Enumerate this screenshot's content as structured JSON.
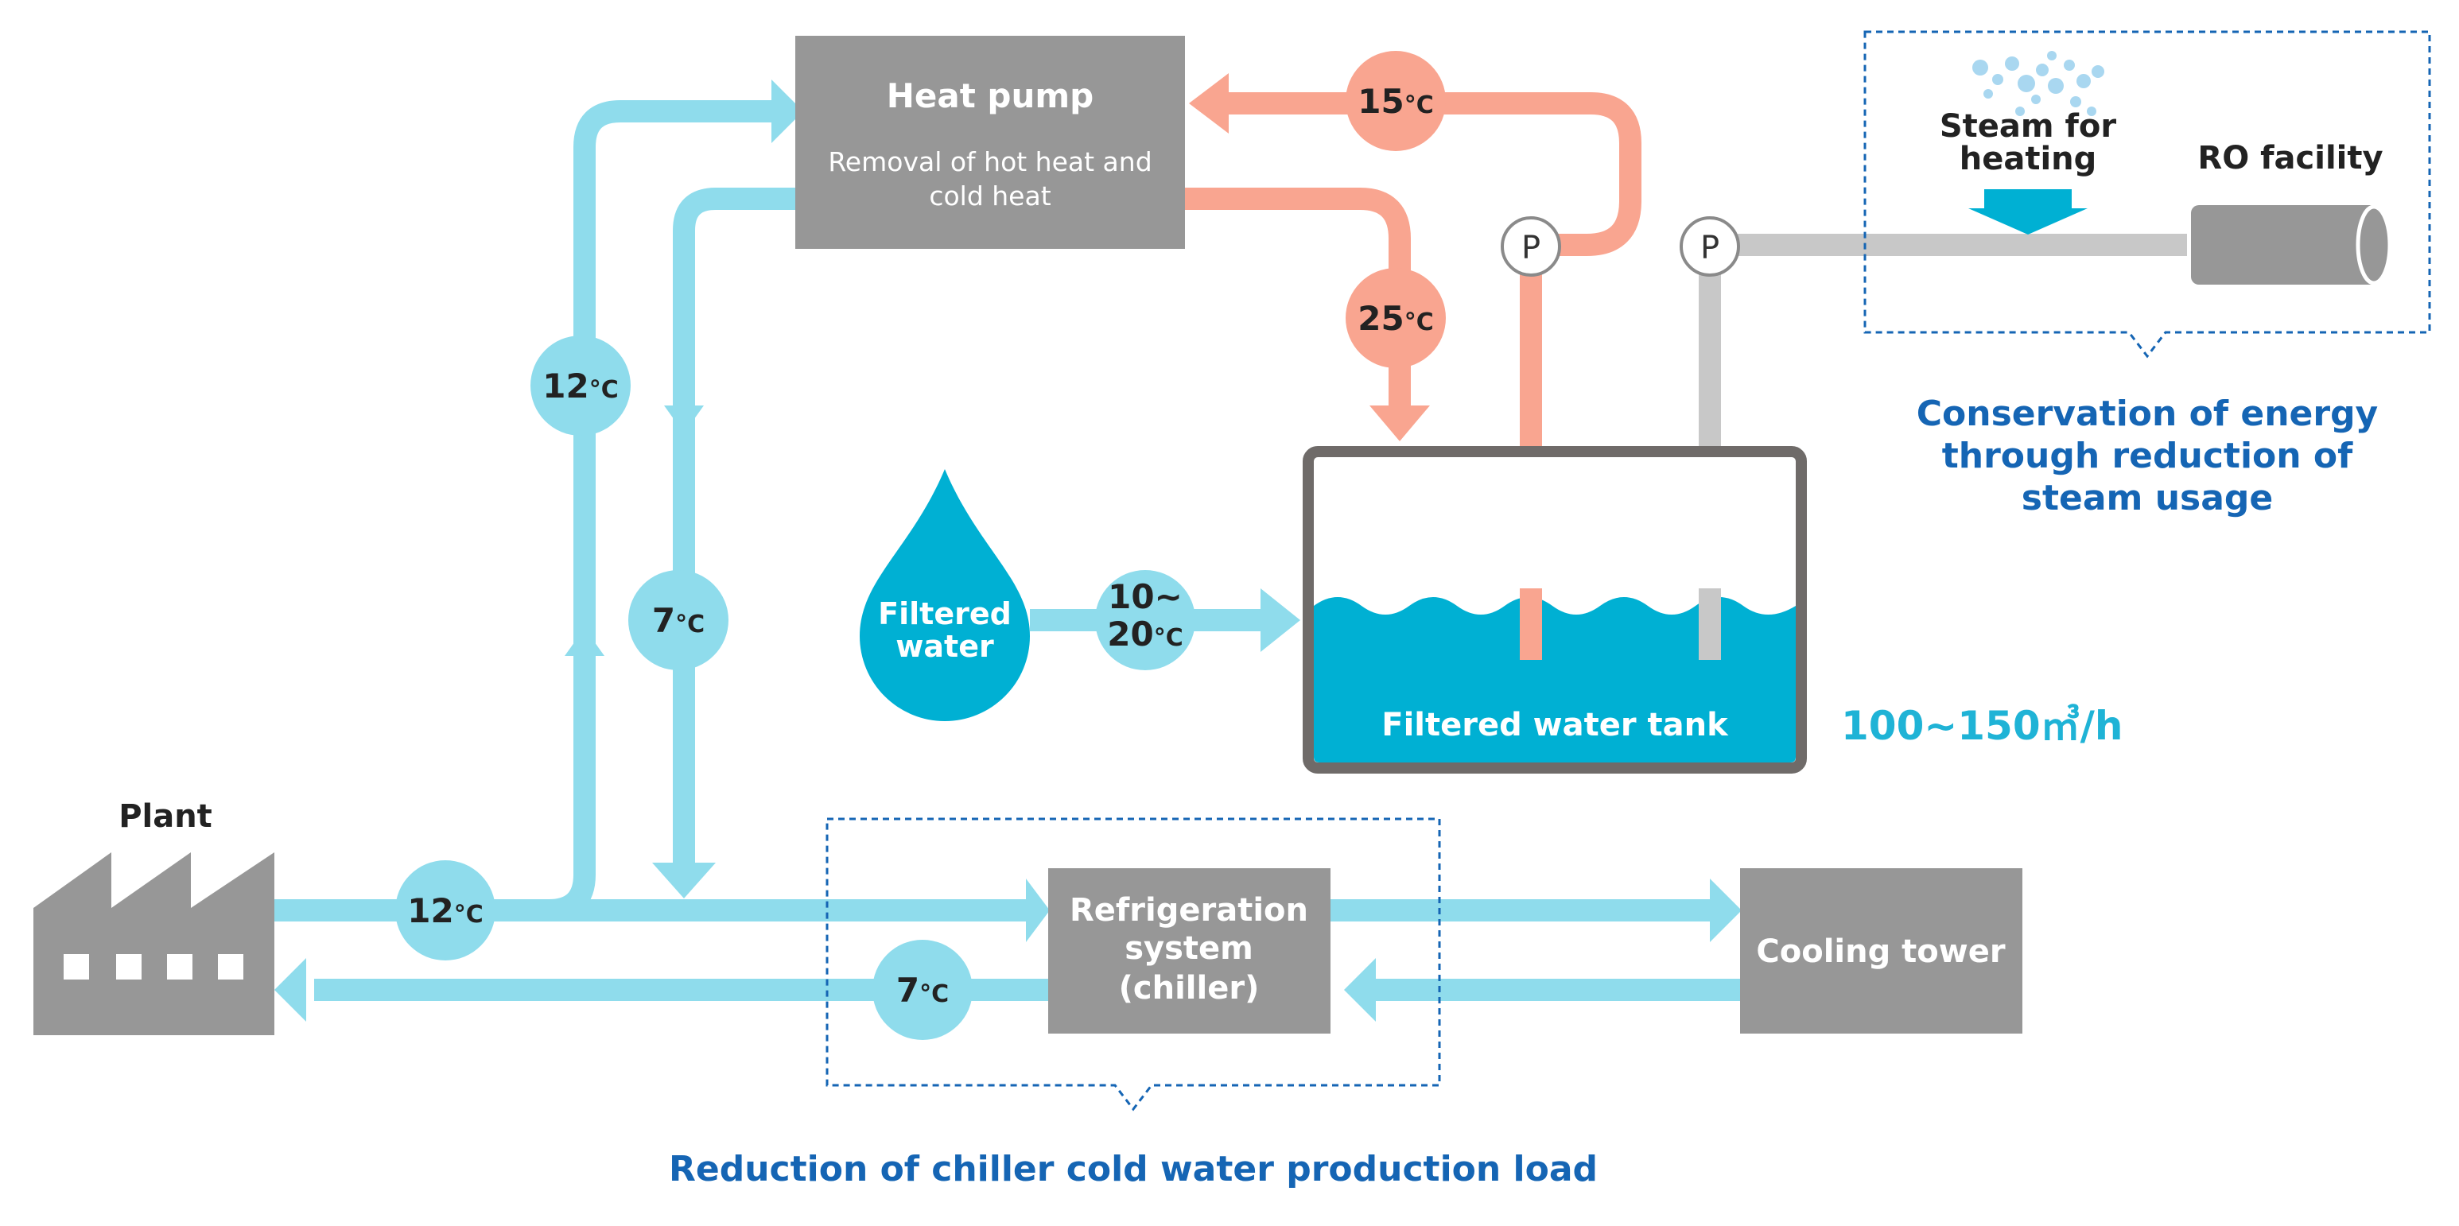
{
  "colors": {
    "cold": "#8fdcec",
    "hot": "#f9a590",
    "steam": "#c8c8c8",
    "box": "#979797",
    "water": "#00b0d3",
    "note_blue": "#1565b4",
    "flow_label": "#1fb3d6"
  },
  "boxes": {
    "heat_pump_title": "Heat pump",
    "heat_pump_sub1": "Removal of hot heat and",
    "heat_pump_sub2": "cold heat",
    "refrig_l1": "Refrigeration",
    "refrig_l2": "system",
    "refrig_l3": "(chiller)",
    "cooling_tower": "Cooling tower"
  },
  "labels": {
    "plant": "Plant",
    "filtered_water_l1": "Filtered",
    "filtered_water_l2": "water",
    "tank": "Filtered water tank",
    "steam_l1": "Steam for",
    "steam_l2": "heating",
    "ro": "RO facility",
    "flow_rate": "100~150㎥/h",
    "pump": "P"
  },
  "temps": {
    "t15": "15",
    "t25": "25",
    "t12_vert": "12",
    "t7_vert": "7",
    "t12_bottom": "12",
    "t7_bottom": "7",
    "t10_20_l1": "10~",
    "t10_20_l2": "20",
    "unit": "°C"
  },
  "notes": {
    "energy_l1": "Conservation of energy",
    "energy_l2": "through reduction of",
    "energy_l3": "steam usage",
    "chiller_note": "Reduction of chiller cold water production load"
  }
}
